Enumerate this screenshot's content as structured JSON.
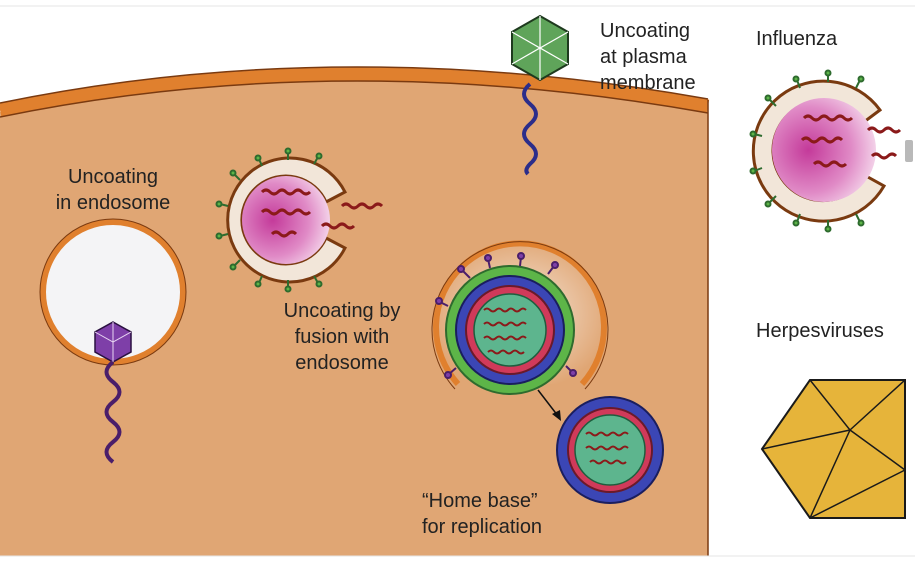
{
  "colors": {
    "cytoplasm": "#E0A674",
    "membrane": "#E0802E",
    "membrane_edge": "#7A3A10",
    "capsid_green": "#5FA45A",
    "capsid_purple": "#7E3FA8",
    "nucleocapsid_blue": "#3B46B5",
    "matrix_red": "#D03A5A",
    "envelope_green": "#5DB548",
    "core_green": "#5DB58E",
    "rna": "#8B1A1A",
    "herpes_gold": "#E6B43A"
  },
  "labels": {
    "plasma": "Uncoating\nat plasma\nmembrane",
    "endosome": "Uncoating\nin endosome",
    "fusion": "Uncoating by\nfusion with\nendosome",
    "home": "“Home base”\nfor replication"
  },
  "side": {
    "influenza": "Influenza",
    "herpes": "Herpesviruses"
  }
}
